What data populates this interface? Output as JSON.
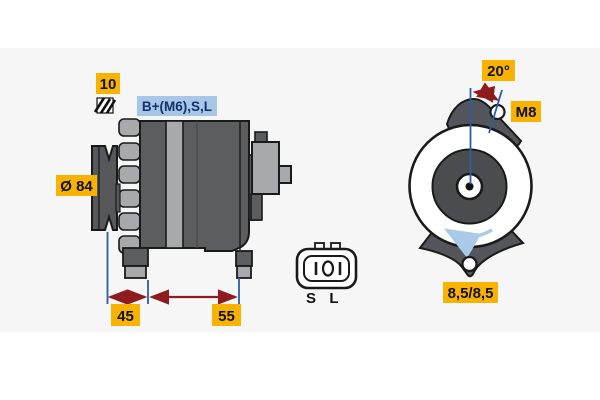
{
  "diagram_title": "Alternator dimensional drawing",
  "colors": {
    "label_bg": "#F8B200",
    "callout_bg": "#A6C7E7",
    "callout_text": "#13326B",
    "dim_line": "#2D5DA7",
    "dim_arrow": "#8E1B1E",
    "rotation_arrow": "#A9CBE8",
    "body_dark": "#5C5D61",
    "body_light": "#A8A9AD",
    "lug_gray": "#55565B",
    "hub_dark": "#4B4C50",
    "band_bg": "#F6F6F7"
  },
  "side_view": {
    "belt_width_label": "10",
    "hatch_icon": "belt-profile-hatch-icon",
    "terminals_label": "B+(M6),S,L",
    "pulley_diameter_label": "Ø 84",
    "dim_front_label": "45",
    "dim_rear_label": "55"
  },
  "connector": {
    "pin_left_label": "S",
    "pin_right_label": "L"
  },
  "rear_view": {
    "angle_label": "20°",
    "thread_label": "M8",
    "mounting_hole_label": "8,5/8,5"
  }
}
